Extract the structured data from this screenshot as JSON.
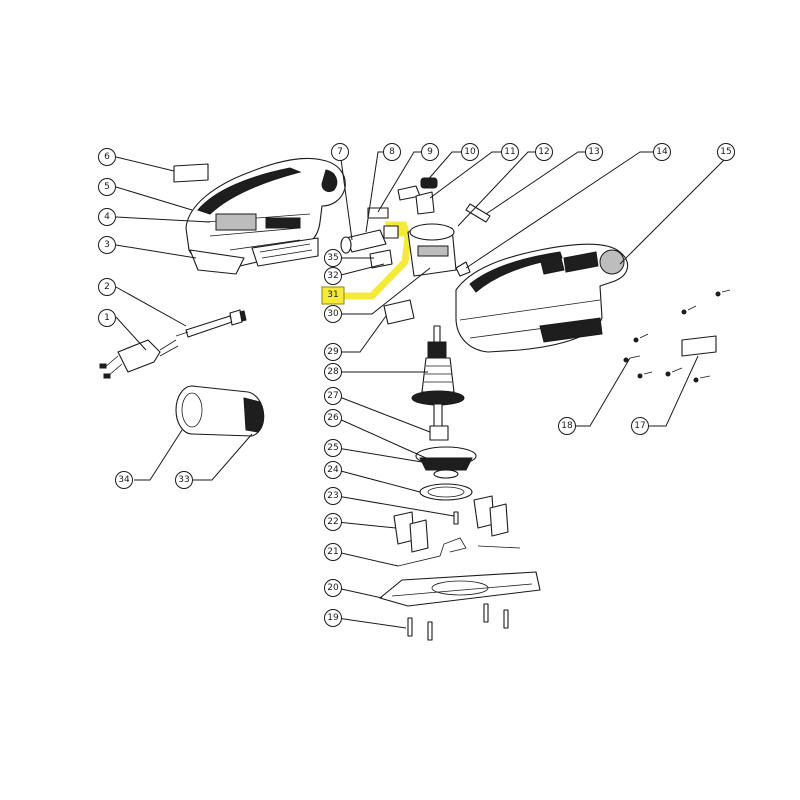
{
  "diagram": {
    "highlight_color": "#f5ea3a",
    "highlighted_callout": "31",
    "callouts": [
      {
        "id": "c1",
        "label": "1"
      },
      {
        "id": "c2",
        "label": "2"
      },
      {
        "id": "c3",
        "label": "3"
      },
      {
        "id": "c4",
        "label": "4"
      },
      {
        "id": "c5",
        "label": "5"
      },
      {
        "id": "c6",
        "label": "6"
      },
      {
        "id": "c7",
        "label": "7"
      },
      {
        "id": "c8",
        "label": "8"
      },
      {
        "id": "c9",
        "label": "9"
      },
      {
        "id": "c10",
        "label": "10"
      },
      {
        "id": "c11",
        "label": "11"
      },
      {
        "id": "c12",
        "label": "12"
      },
      {
        "id": "c13",
        "label": "13"
      },
      {
        "id": "c14",
        "label": "14"
      },
      {
        "id": "c15",
        "label": "15"
      },
      {
        "id": "c17",
        "label": "17"
      },
      {
        "id": "c18",
        "label": "18"
      },
      {
        "id": "c19",
        "label": "19"
      },
      {
        "id": "c20",
        "label": "20"
      },
      {
        "id": "c21",
        "label": "21"
      },
      {
        "id": "c22",
        "label": "22"
      },
      {
        "id": "c23",
        "label": "23"
      },
      {
        "id": "c24",
        "label": "24"
      },
      {
        "id": "c25",
        "label": "25"
      },
      {
        "id": "c26",
        "label": "26"
      },
      {
        "id": "c27",
        "label": "27"
      },
      {
        "id": "c28",
        "label": "28"
      },
      {
        "id": "c29",
        "label": "29"
      },
      {
        "id": "c30",
        "label": "30"
      },
      {
        "id": "c31",
        "label": "31"
      },
      {
        "id": "c32",
        "label": "32"
      },
      {
        "id": "c33",
        "label": "33"
      },
      {
        "id": "c34",
        "label": "34"
      },
      {
        "id": "c35",
        "label": "35"
      }
    ]
  }
}
